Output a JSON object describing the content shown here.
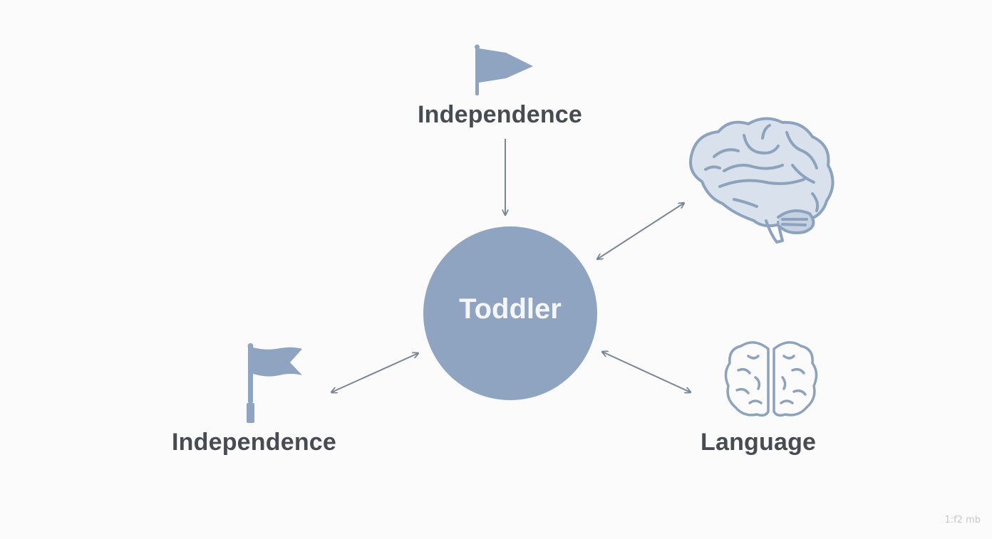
{
  "center": {
    "label": "Toddler"
  },
  "nodes": {
    "top": {
      "label": "Independence",
      "icon": "flag-icon"
    },
    "left": {
      "label": "Independence",
      "icon": "flag-icon"
    },
    "right_top": {
      "label": "",
      "icon": "brain-side-icon"
    },
    "right_bottom": {
      "label": "Language",
      "icon": "brain-top-icon"
    }
  },
  "watermark": "1:f2 mb",
  "colors": {
    "node_fill": "#8ea4c1",
    "icon_fill": "#8fa4c0",
    "icon_stroke": "#8ca2bd",
    "arrow": "#7b8594",
    "text": "#474b52",
    "background": "#fbfbfb"
  }
}
